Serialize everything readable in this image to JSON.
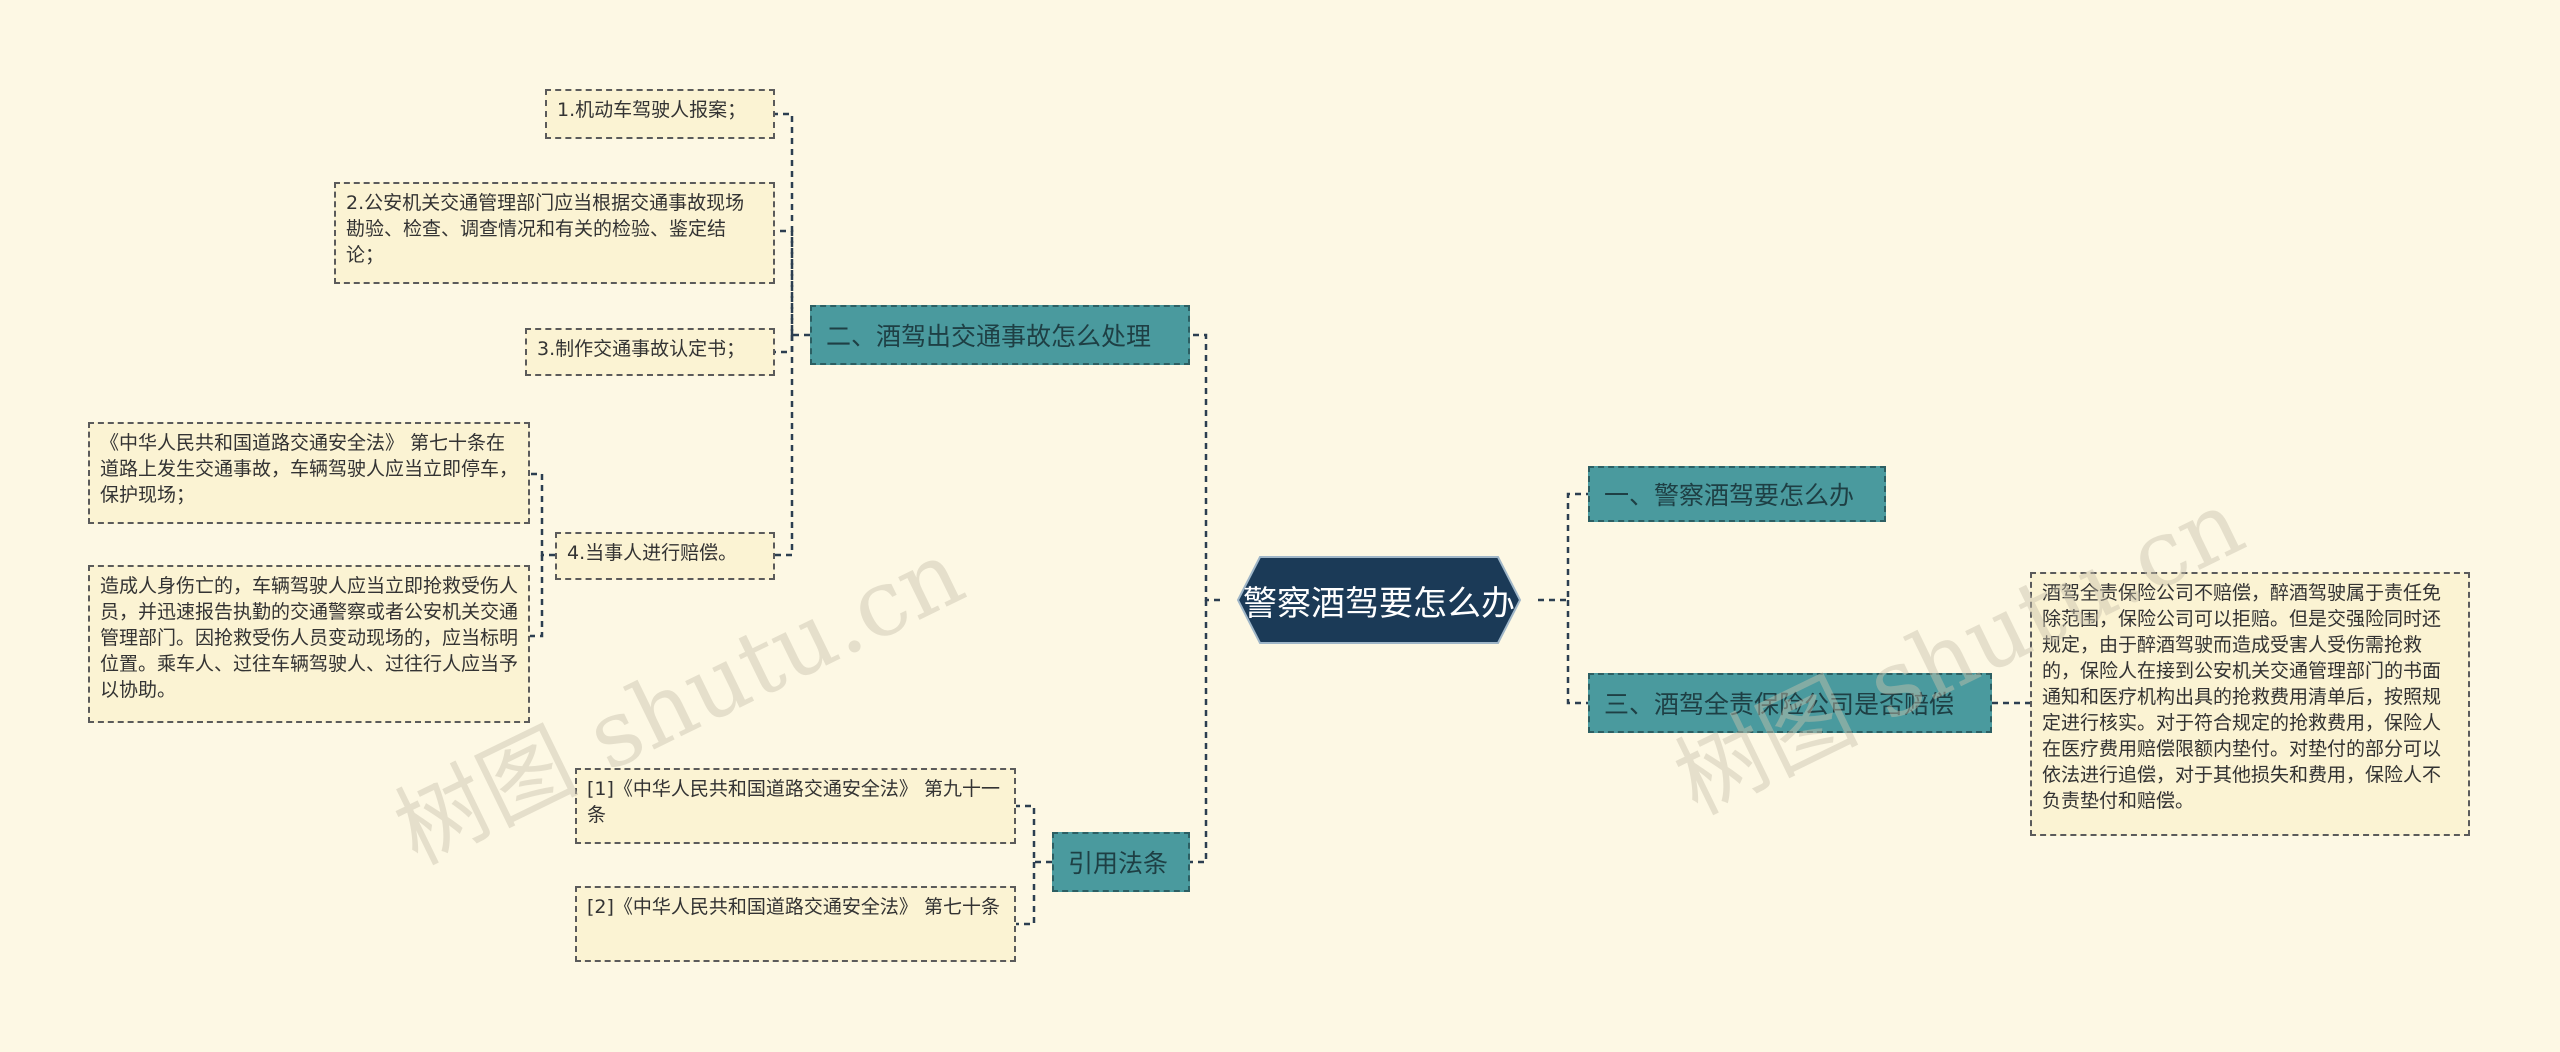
{
  "root": {
    "label": "警察酒驾要怎么办"
  },
  "branches": {
    "b1": {
      "label": "一、警察酒驾要怎么办"
    },
    "b2": {
      "label": "二、酒驾出交通事故怎么处理"
    },
    "b3": {
      "label": "三、酒驾全责保险公司是否赔偿"
    },
    "b4": {
      "label": "引用法条"
    }
  },
  "leaves": {
    "l1": {
      "text": "1.机动车驾驶人报案；"
    },
    "l2": {
      "text": "2.公安机关交通管理部门应当根据交通事故现场勘验、检查、调查情况和有关的检验、鉴定结论；"
    },
    "l3": {
      "text": "3.制作交通事故认定书；"
    },
    "l4": {
      "text": "4.当事人进行赔偿。"
    },
    "l4a": {
      "text": "《中华人民共和国道路交通安全法》 第七十条在道路上发生交通事故，车辆驾驶人应当立即停车，保护现场；"
    },
    "l4b": {
      "text": "造成人身伤亡的，车辆驾驶人应当立即抢救受伤人员，并迅速报告执勤的交通警察或者公安机关交通管理部门。因抢救受伤人员变动现场的，应当标明位置。乘车人、过往车辆驾驶人、过往行人应当予以协助。"
    },
    "l5": {
      "text": "酒驾全责保险公司不赔偿，醉酒驾驶属于责任免除范围，保险公司可以拒赔。但是交强险同时还规定，由于醉酒驾驶而造成受害人受伤需抢救的，保险人在接到公安机关交通管理部门的书面通知和医疗机构出具的抢救费用清单后，按照规定进行核实。对于符合规定的抢救费用，保险人在医疗费用赔偿限额内垫付。对垫付的部分可以依法进行追偿，对于其他损失和费用，保险人不负责垫付和赔偿。"
    },
    "l6": {
      "text": "[1]《中华人民共和国道路交通安全法》 第九十一条"
    },
    "l7": {
      "text": "[2]《中华人民共和国道路交通安全法》 第七十条"
    }
  },
  "watermarks": [
    "树图 shutu.cn",
    "树图 shutu.cn"
  ],
  "colors": {
    "background": "#fdf8e4",
    "root_fill": "#1b3a57",
    "branch_fill": "#4a9a9e",
    "leaf_fill": "#fbf3d3",
    "connector": "#2c3e50"
  }
}
